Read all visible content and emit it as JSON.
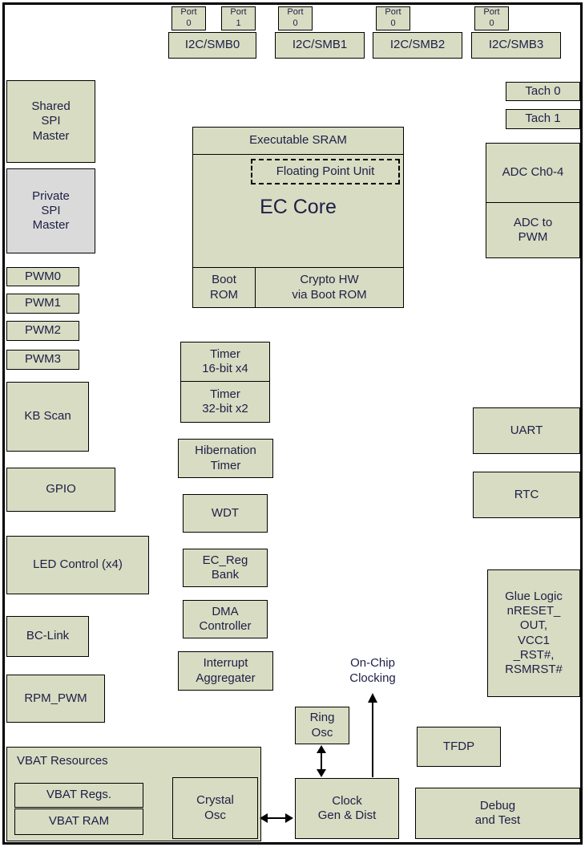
{
  "colors": {
    "block_fill": "#d8dcc2",
    "gray_fill": "#dadada",
    "text": "#1e1e46",
    "border": "#000000"
  },
  "top_row": {
    "i2c0": {
      "label": "I2C/SMB0",
      "port0": "Port\n0",
      "port1": "Port\n1"
    },
    "i2c1": {
      "label": "I2C/SMB1",
      "port0": "Port\n0"
    },
    "i2c2": {
      "label": "I2C/SMB2",
      "port0": "Port\n0"
    },
    "i2c3": {
      "label": "I2C/SMB3",
      "port0": "Port\n0"
    }
  },
  "left": {
    "shared_spi": "Shared\nSPI\nMaster",
    "private_spi": "Private\nSPI\nMaster",
    "pwm0": "PWM0",
    "pwm1": "PWM1",
    "pwm2": "PWM2",
    "pwm3": "PWM3",
    "kb_scan": "KB Scan",
    "gpio": "GPIO",
    "led_control": "LED Control (x4)",
    "bc_link": "BC-Link",
    "rpm_pwm": "RPM_PWM",
    "vbat_resources": "VBAT Resources",
    "vbat_regs": "VBAT Regs.",
    "vbat_ram": "VBAT RAM"
  },
  "core": {
    "executable_sram": "Executable SRAM",
    "fpu": "Floating Point Unit",
    "ec_core": "EC Core",
    "boot_rom": "Boot\nROM",
    "crypto": "Crypto HW\nvia Boot ROM"
  },
  "center": {
    "timer16": "Timer\n16-bit x4",
    "timer32": "Timer\n32-bit x2",
    "hibernation_timer": "Hibernation\nTimer",
    "wdt": "WDT",
    "ec_reg_bank": "EC_Reg\nBank",
    "dma": "DMA\nController",
    "interrupt_aggregater": "Interrupt\nAggregater"
  },
  "right": {
    "tach0": "Tach 0",
    "tach1": "Tach 1",
    "adc_ch": "ADC Ch0-4",
    "adc_pwm": "ADC to\nPWM",
    "uart": "UART",
    "rtc": "RTC",
    "glue_logic": "Glue Logic\nnRESET_\nOUT,\nVCC1\n_RST#,\nRSMRST#"
  },
  "bottom": {
    "on_chip_clocking": "On-Chip\nClocking",
    "ring_osc": "Ring\nOsc",
    "tfdp": "TFDP",
    "crystal_osc": "Crystal\nOsc",
    "clock_gen": "Clock\nGen & Dist",
    "debug_test": "Debug\nand Test"
  }
}
